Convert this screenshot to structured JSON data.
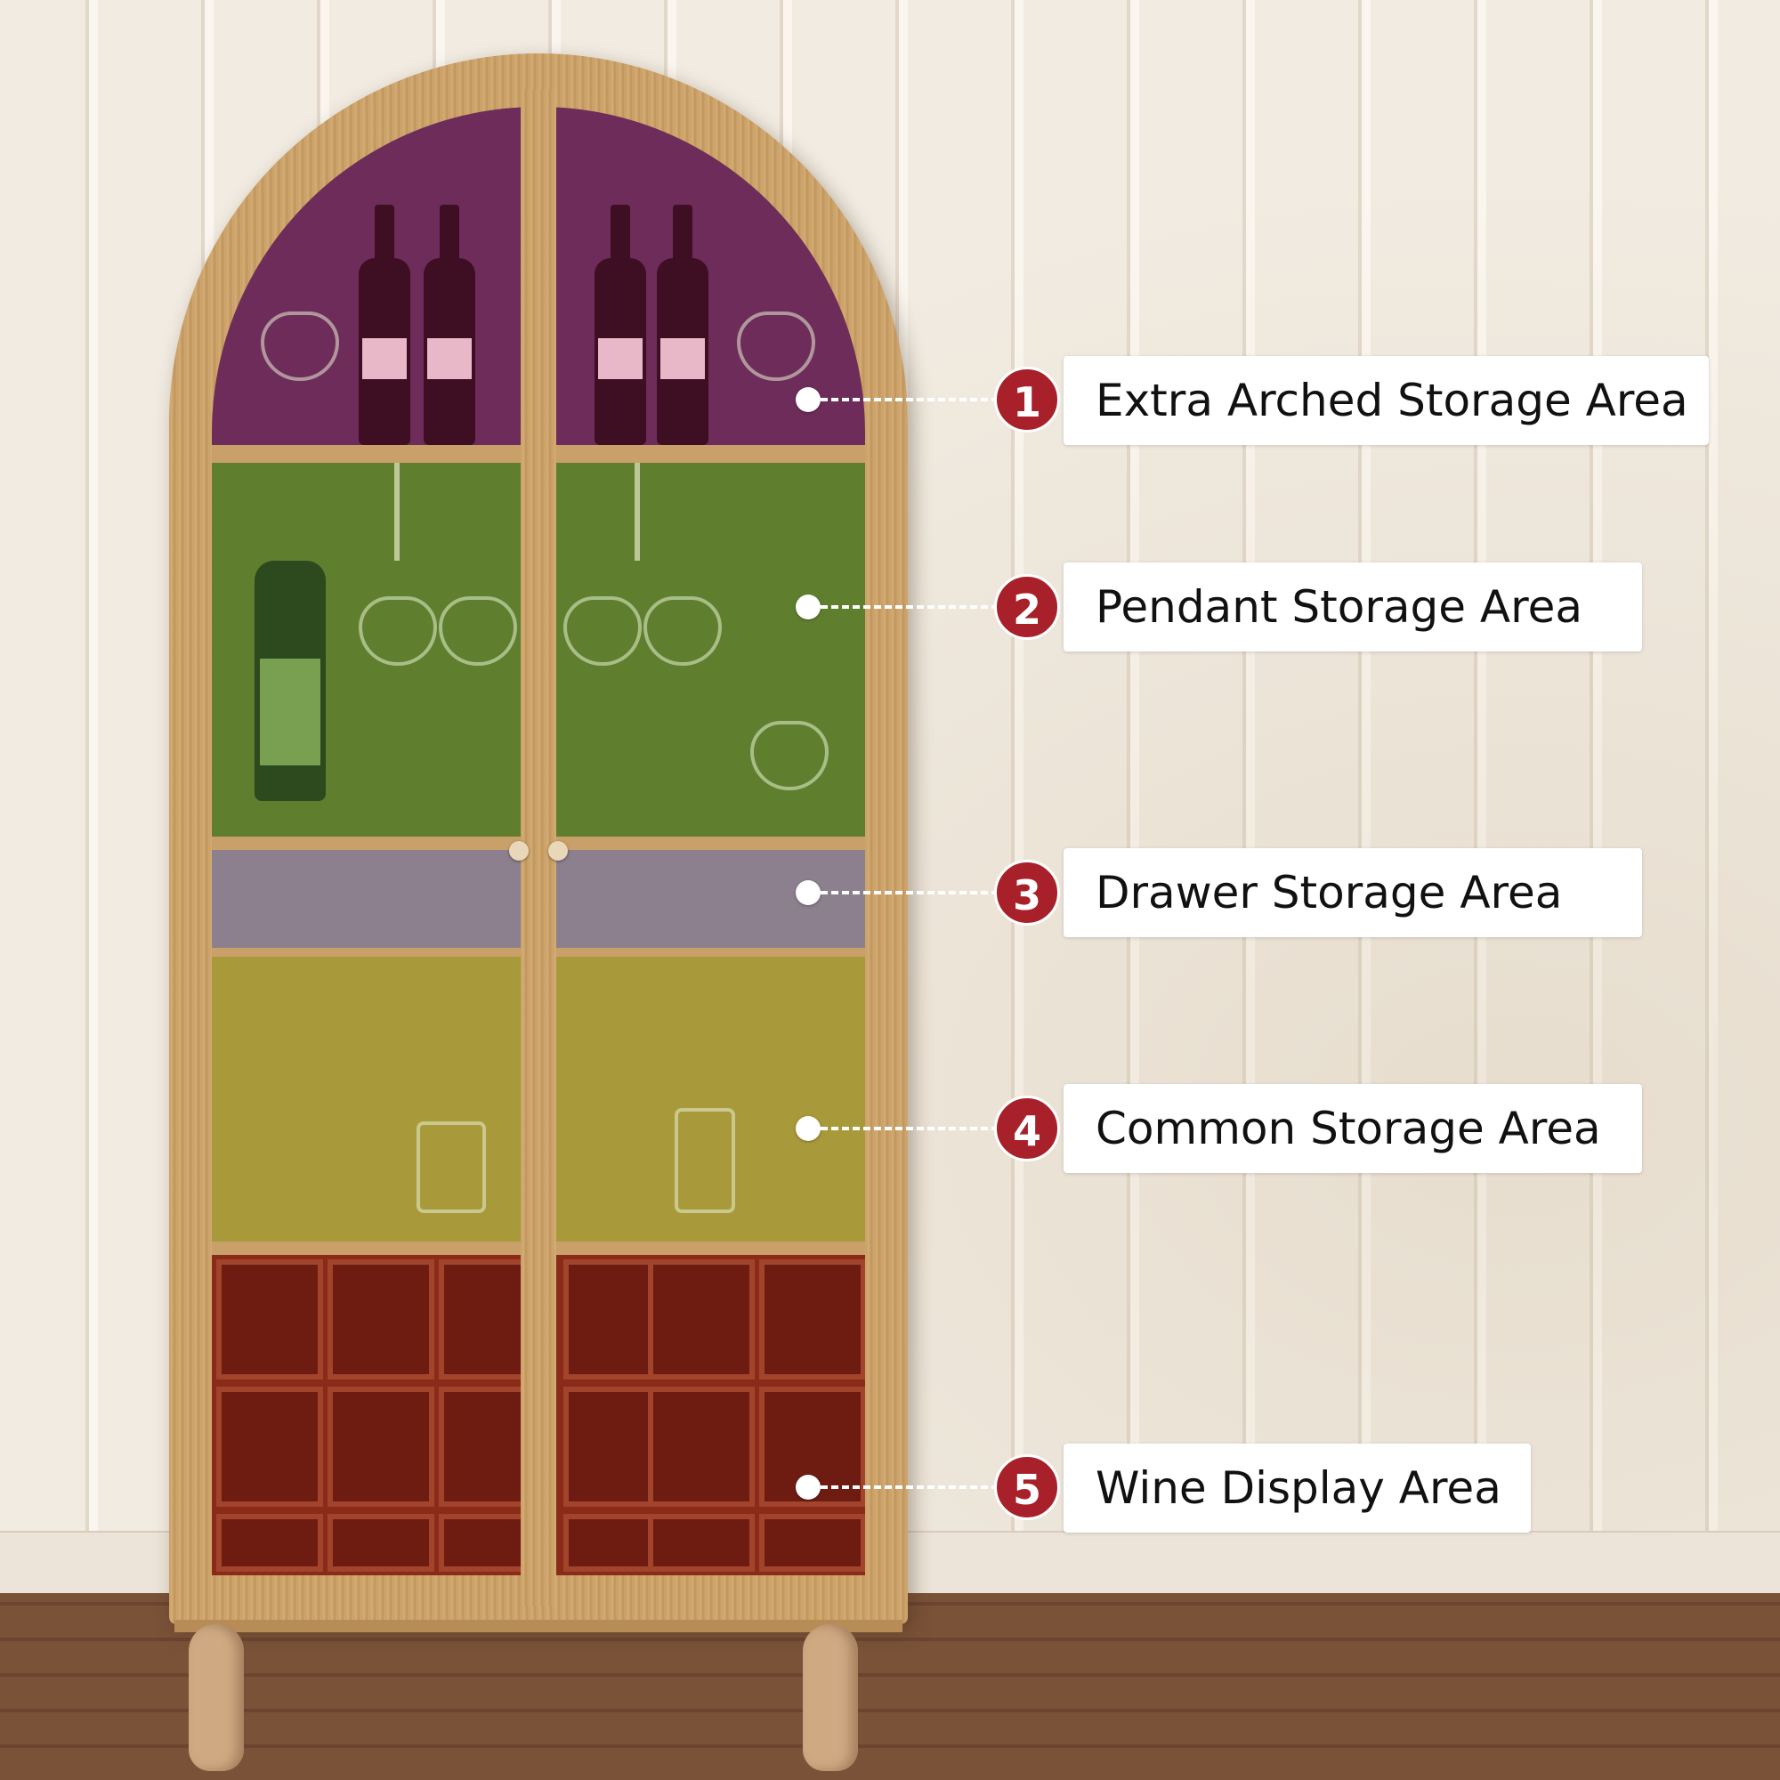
{
  "areas": [
    {
      "number": "1",
      "label": "Extra Arched Storage Area"
    },
    {
      "number": "2",
      "label": "Pendant Storage Area"
    },
    {
      "number": "3",
      "label": "Drawer Storage Area"
    },
    {
      "number": "4",
      "label": "Common Storage Area"
    },
    {
      "number": "5",
      "label": "Wine Display Area"
    }
  ],
  "colors": {
    "badge": "#a8202a",
    "label_bg": "#ffffff",
    "zone_arched": "#6e2c5a",
    "zone_pendant": "#5f7f2e",
    "zone_drawer": "#8c7f8e",
    "zone_common": "#a89a3a",
    "zone_wine": "#8a2a18"
  }
}
